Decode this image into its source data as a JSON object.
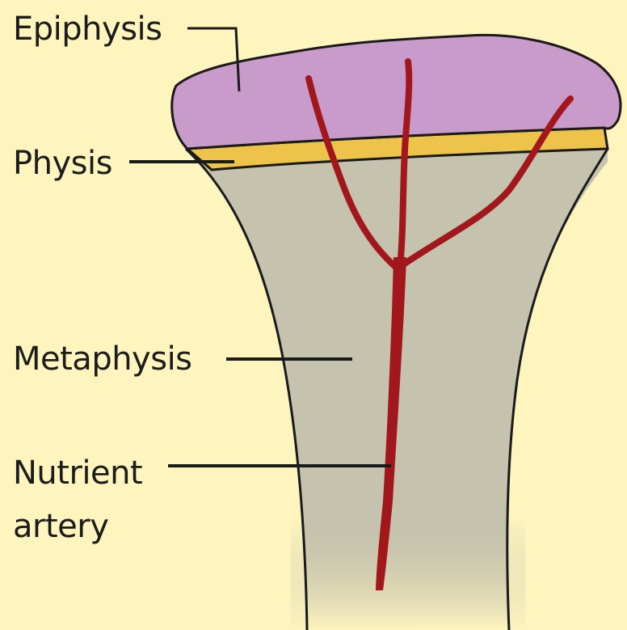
{
  "colors": {
    "background": "#FDF4BE",
    "epiphysis": "#C99BCB",
    "physis": "#EDC34A",
    "metaphysis": "#C5C2AD",
    "artery": "#A2171C",
    "outline": "#1A1A1A"
  },
  "labels": {
    "epiphysis": "Epiphysis",
    "physis": "Physis",
    "metaphysis": "Metaphysis",
    "nutrient_artery_line1": "Nutrient",
    "nutrient_artery_line2": "artery"
  }
}
